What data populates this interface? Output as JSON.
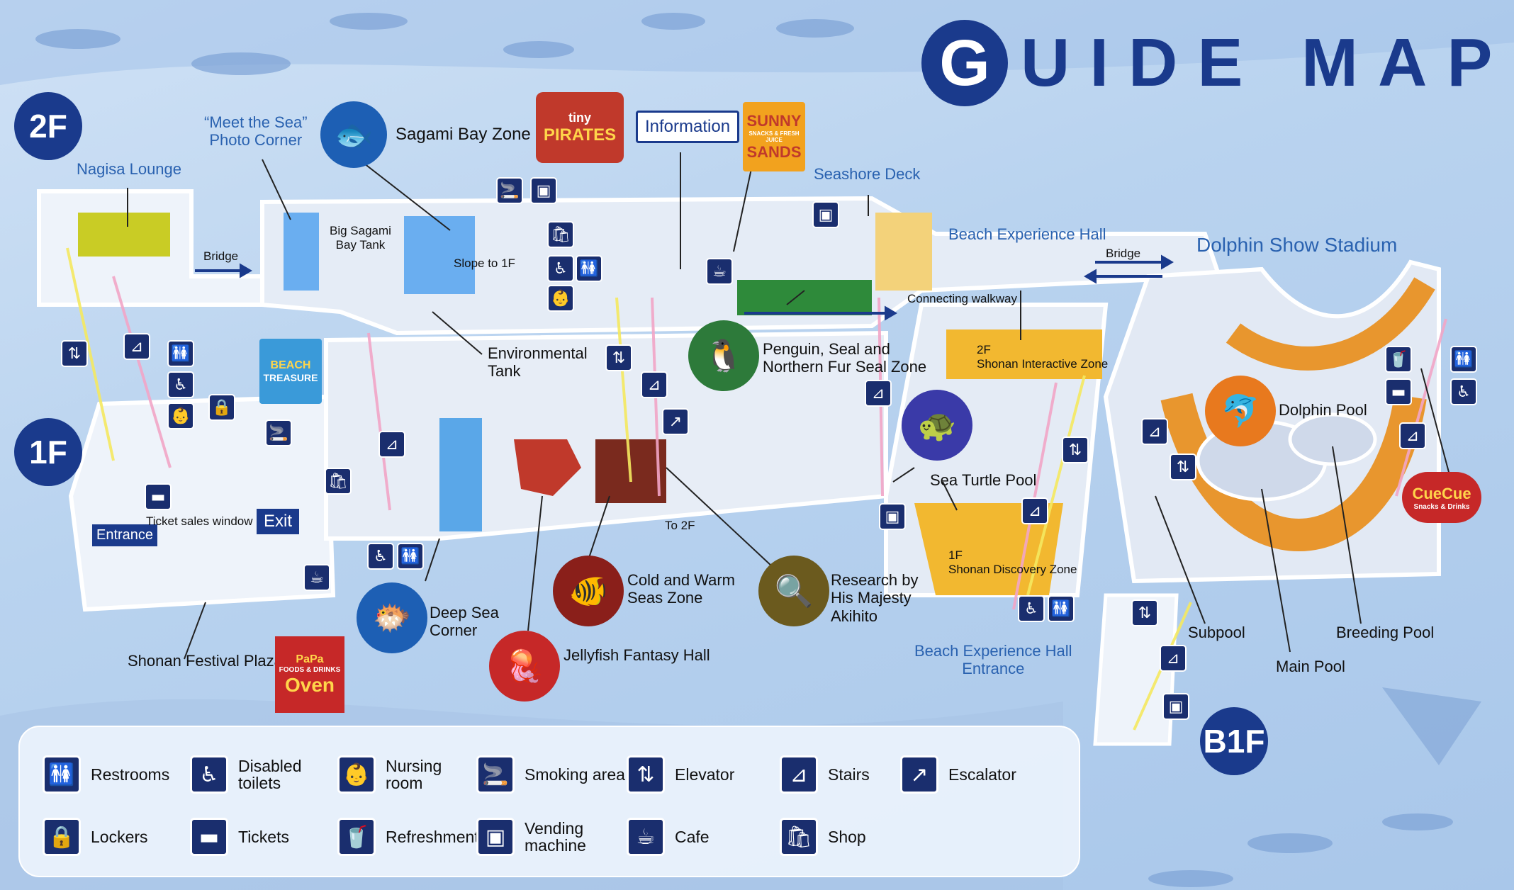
{
  "title": {
    "letter": "G",
    "rest": "UIDE MAP"
  },
  "floors": {
    "f2": "2F",
    "f1": "1F",
    "b1f": "B1F"
  },
  "labels": {
    "nagisa_lounge": "Nagisa Lounge",
    "meet_the_sea": "“Meet the Sea”\nPhoto Corner",
    "sagami_bay_zone": "Sagami Bay Zone",
    "information": "Information",
    "seashore_deck": "Seashore Deck",
    "beach_experience_hall": "Beach Experience Hall",
    "dolphin_show_stadium": "Dolphin Show Stadium",
    "bridge_left": "Bridge",
    "bridge_right": "Bridge",
    "big_sagami_bay_tank": "Big Sagami\nBay Tank",
    "slope_to_1f": "Slope to 1F",
    "connecting_walkway": "Connecting walkway",
    "environmental_tank": "Environmental\nTank",
    "penguin_zone": "Penguin, Seal and\nNorthern Fur Seal Zone",
    "shonan_interactive_zone": "2F\nShonan Interactive Zone",
    "dolphin_pool": "Dolphin Pool",
    "sea_turtle_pool": "Sea Turtle Pool",
    "shonan_discovery_zone": "1F\nShonan Discovery Zone",
    "entrance": "Entrance",
    "ticket_sales_window": "Ticket sales window",
    "exit": "Exit",
    "to_2f": "To 2F",
    "deep_sea_corner": "Deep Sea\nCorner",
    "cold_warm_seas": "Cold and Warm\nSeas Zone",
    "research_akihito": "Research by\nHis Majesty\nAkihito",
    "jellyfish_hall": "Jellyfish Fantasy Hall",
    "shonan_festival_plaza": "Shonan Festival Plaza",
    "beach_hall_entrance": "Beach Experience Hall\nEntrance",
    "subpool": "Subpool",
    "main_pool": "Main Pool",
    "breeding_pool": "Breeding Pool"
  },
  "brands": {
    "tiny_pirates": {
      "line1": "tiny",
      "line2": "PIRATES"
    },
    "sunny_sands": {
      "line1": "SUNNY",
      "line2": "SNACKS & FRESH JUICE",
      "line3": "SANDS"
    },
    "beach_treasure": {
      "line1": "BEACH",
      "line2": "TREASURE"
    },
    "papa_oven": {
      "line1": "PaPa",
      "line2": "FOODS & DRINKS",
      "line3": "Oven"
    },
    "cue_cue": {
      "line1": "CueCue",
      "line2": "Snacks & Drinks"
    }
  },
  "legend": [
    {
      "icon": "restroom-icon",
      "glyph": "🚻",
      "label": "Restrooms"
    },
    {
      "icon": "disabled-toilet-icon",
      "glyph": "♿",
      "label": "Disabled\ntoilets"
    },
    {
      "icon": "nursing-room-icon",
      "glyph": "👶",
      "label": "Nursing\nroom"
    },
    {
      "icon": "smoking-icon",
      "glyph": "🚬",
      "label": "Smoking area"
    },
    {
      "icon": "elevator-icon",
      "glyph": "⇅",
      "label": "Elevator"
    },
    {
      "icon": "stairs-icon",
      "glyph": "⊿",
      "label": "Stairs"
    },
    {
      "icon": "escalator-icon",
      "glyph": "↗",
      "label": "Escalator"
    },
    {
      "icon": "locker-icon",
      "glyph": "🔒",
      "label": "Lockers"
    },
    {
      "icon": "ticket-icon",
      "glyph": "▬",
      "label": "Tickets"
    },
    {
      "icon": "refreshment-icon",
      "glyph": "🥤",
      "label": "Refreshments"
    },
    {
      "icon": "vending-machine-icon",
      "glyph": "▣",
      "label": "Vending\nmachine"
    },
    {
      "icon": "cafe-icon",
      "glyph": "☕",
      "label": "Cafe"
    },
    {
      "icon": "shop-icon",
      "glyph": "🛍",
      "label": "Shop"
    }
  ],
  "colors": {
    "navy": "#1a3a8c",
    "yellow_zone": "#f2b830",
    "orange_stadium": "#e8962e",
    "water": "#5aa7e8"
  }
}
